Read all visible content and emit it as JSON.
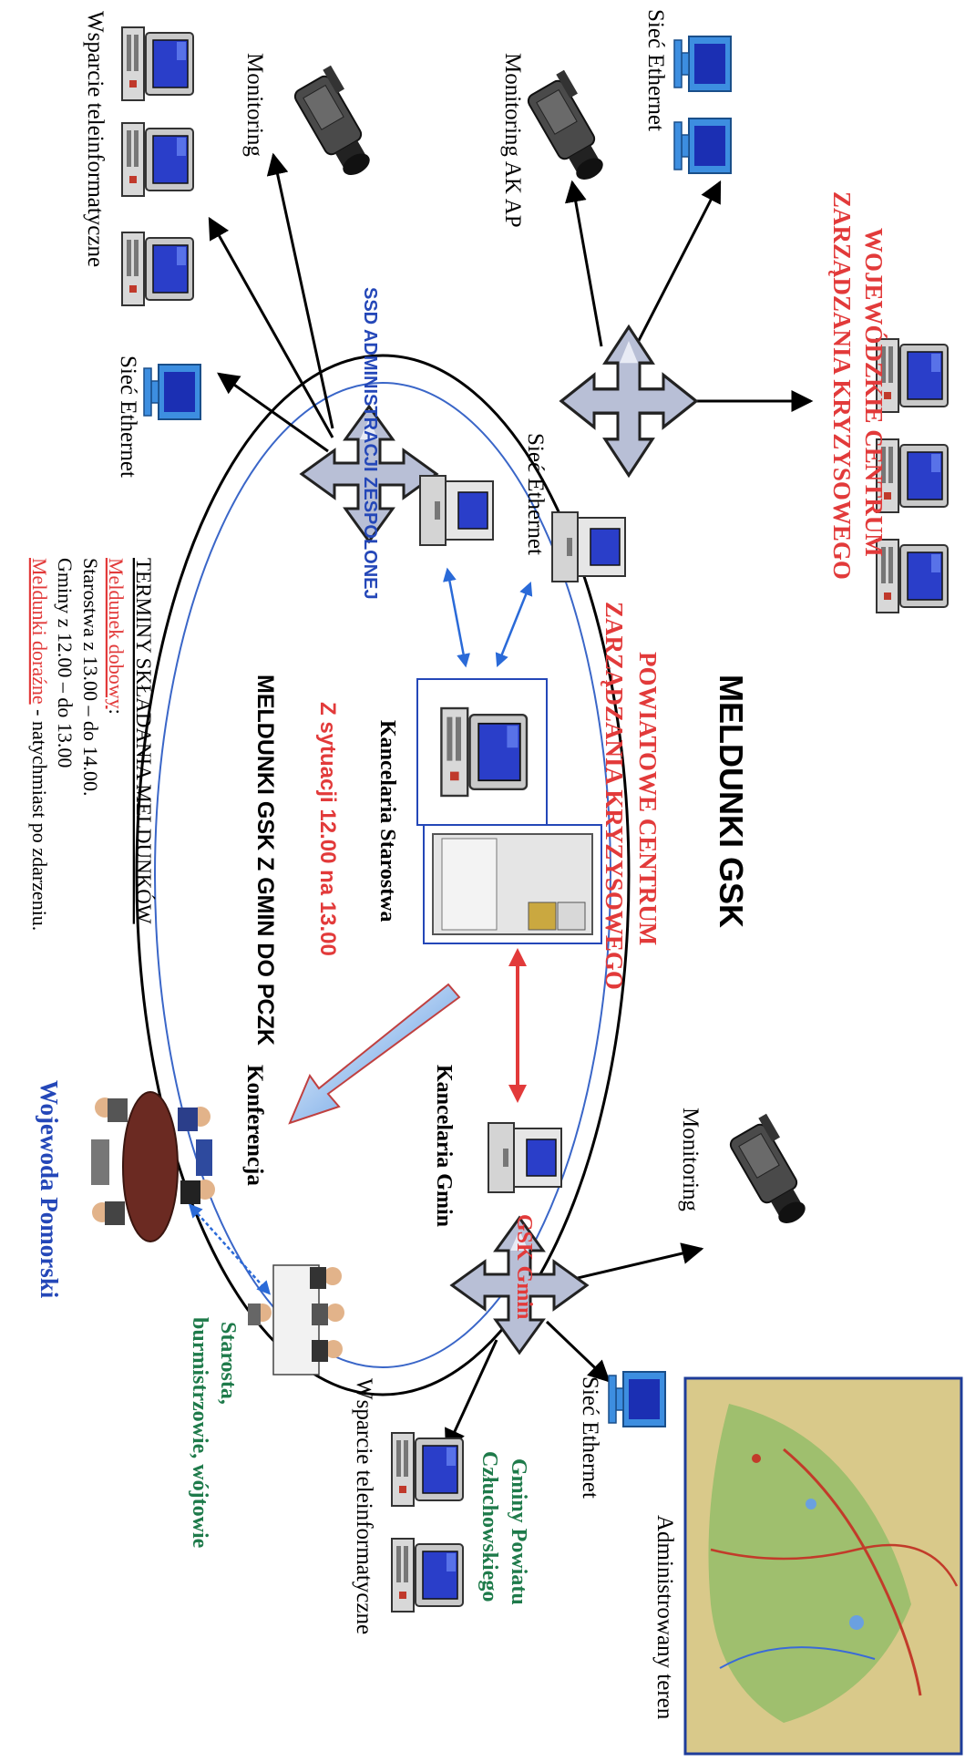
{
  "labels": {
    "wczk_line1": "WOJEWÓDZKIE CENTRUM",
    "wczk_line2": "ZARZĄDZANIA KRYZYSOWEGO",
    "siec_ethernet_top": "Sieć Ethernet",
    "monitoring_ak_ap": "Monitoring AK AP",
    "monitoring_left": "Monitoring",
    "wsparcie_left": "Wsparcie teleinformatyczne",
    "siec_ethernet_left": "Sieć Ethernet",
    "ssd": "SSD ADMINISTRACJI ZESPOLONEJ",
    "siec_ethernet_center": "Sieć Ethernet",
    "meldunki_gsk": "MELDUNKI GSK",
    "pczk_line1": "POWIATOWE CENTRUM",
    "pczk_line2": "ZARZĄDZANIA KRYZYSOWEGO",
    "kancelaria_starostwa": "Kancelaria Starostwa",
    "z_sytuacji": "Z sytuacji 12.00 na 13.00",
    "meldunki_gsk_gmin": "MELDUNKI GSK Z GMIN DO PCZK",
    "terminy_title": "TERMINY SKŁADANIA MELDUNKÓW",
    "meldunek_dobowy": "Meldunek dobowy",
    "dobowy_colon": ":",
    "starostwa_time": "Starostwa  z 13.00 – do 14.00.",
    "gminy_time": "Gminy  z 12.00 – do 13.00",
    "meldunki_dorazne": "Meldunki doraźne",
    "dorazne_rest": " - natychmiast po zdarzeniu.",
    "kancelaria_gmin": "Kancelaria Gmin",
    "gsk_gmin": "GSK Gmin",
    "monitoring_right": "Monitoring",
    "konferencja": "Konferencja",
    "wojewoda": "Wojewoda Pomorski",
    "starosta_line1": "Starosta,",
    "starosta_line2": "burmistrzowie, wójtowie",
    "siec_ethernet_right": "Sieć Ethernet",
    "wsparcie_right": "Wsparcie teleinformatyczne",
    "gminy_powiatu_line1": "Gminy Powiatu",
    "gminy_powiatu_line2": "Człuchowskiego",
    "administrowany_teren": "Administrowany teren"
  },
  "icons": {
    "computer": "desktop-computer-icon",
    "tower": "tower-computer-icon",
    "camera": "video-camera-icon",
    "hub": "network-hub-icon",
    "server": "server-icon",
    "meeting": "conference-people-icon",
    "map": "county-map-image"
  },
  "colors": {
    "red": "#e23a3a",
    "blue": "#2447b8",
    "green": "#1e7a4a",
    "black": "#000000",
    "orbit_blue": "#3a66c8"
  }
}
